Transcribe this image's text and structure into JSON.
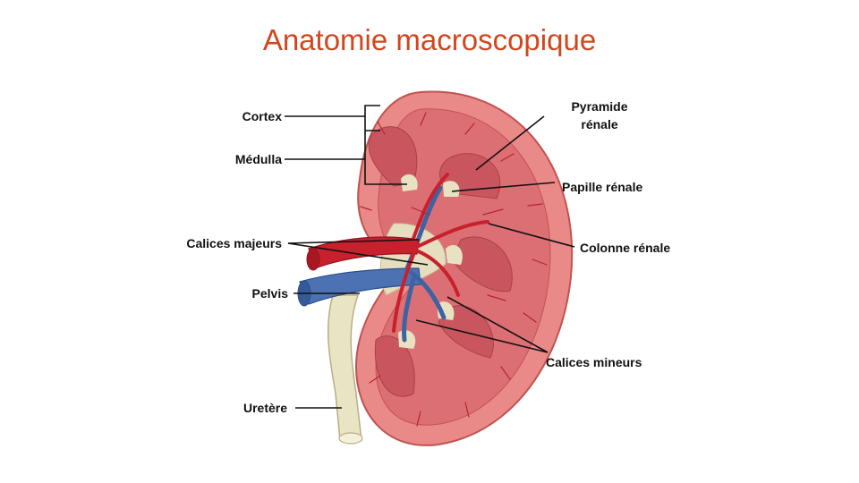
{
  "title": "Anatomie macroscopique",
  "colors": {
    "title": "#d2461f",
    "cortex": "#e98a88",
    "tissue": "#d9626a",
    "pyramid": "#d06268",
    "artery": "#c8202c",
    "vein": "#3d63a3",
    "ureter": "#e9e4c3",
    "leader": "#111111"
  },
  "labels": {
    "cortex": "Cortex",
    "medulla": "Médulla",
    "calices_majeurs": "Calices majeurs",
    "pelvis": "Pelvis",
    "uretere": "Uretère",
    "pyramide_line1": "Pyramide",
    "pyramide_line2": "rénale",
    "papille": "Papille rénale",
    "colonne": "Colonne rénale",
    "calices_mineurs": "Calices mineurs"
  }
}
